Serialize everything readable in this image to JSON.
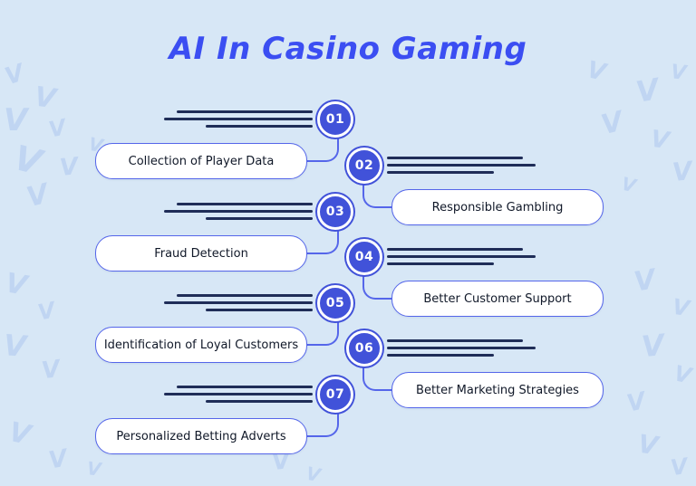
{
  "title": "AI In Casino Gaming",
  "colors": {
    "background": "#d7e7f6",
    "accent": "#3b4ef2",
    "circle": "#4152d9",
    "line": "#1f2d58",
    "pill_border": "#5566ea",
    "watermark": "#aec7ef",
    "text": "#101828"
  },
  "watermark": {
    "glyph": "V"
  },
  "items": [
    {
      "number": "01",
      "label": "Collection of Player Data",
      "side": "left"
    },
    {
      "number": "02",
      "label": "Responsible Gambling",
      "side": "right"
    },
    {
      "number": "03",
      "label": "Fraud Detection",
      "side": "left"
    },
    {
      "number": "04",
      "label": "Better Customer Support",
      "side": "right"
    },
    {
      "number": "05",
      "label": "Identification of Loyal Customers",
      "side": "left"
    },
    {
      "number": "06",
      "label": "Better Marketing Strategies",
      "side": "right"
    },
    {
      "number": "07",
      "label": "Personalized Betting Adverts",
      "side": "left"
    }
  ]
}
